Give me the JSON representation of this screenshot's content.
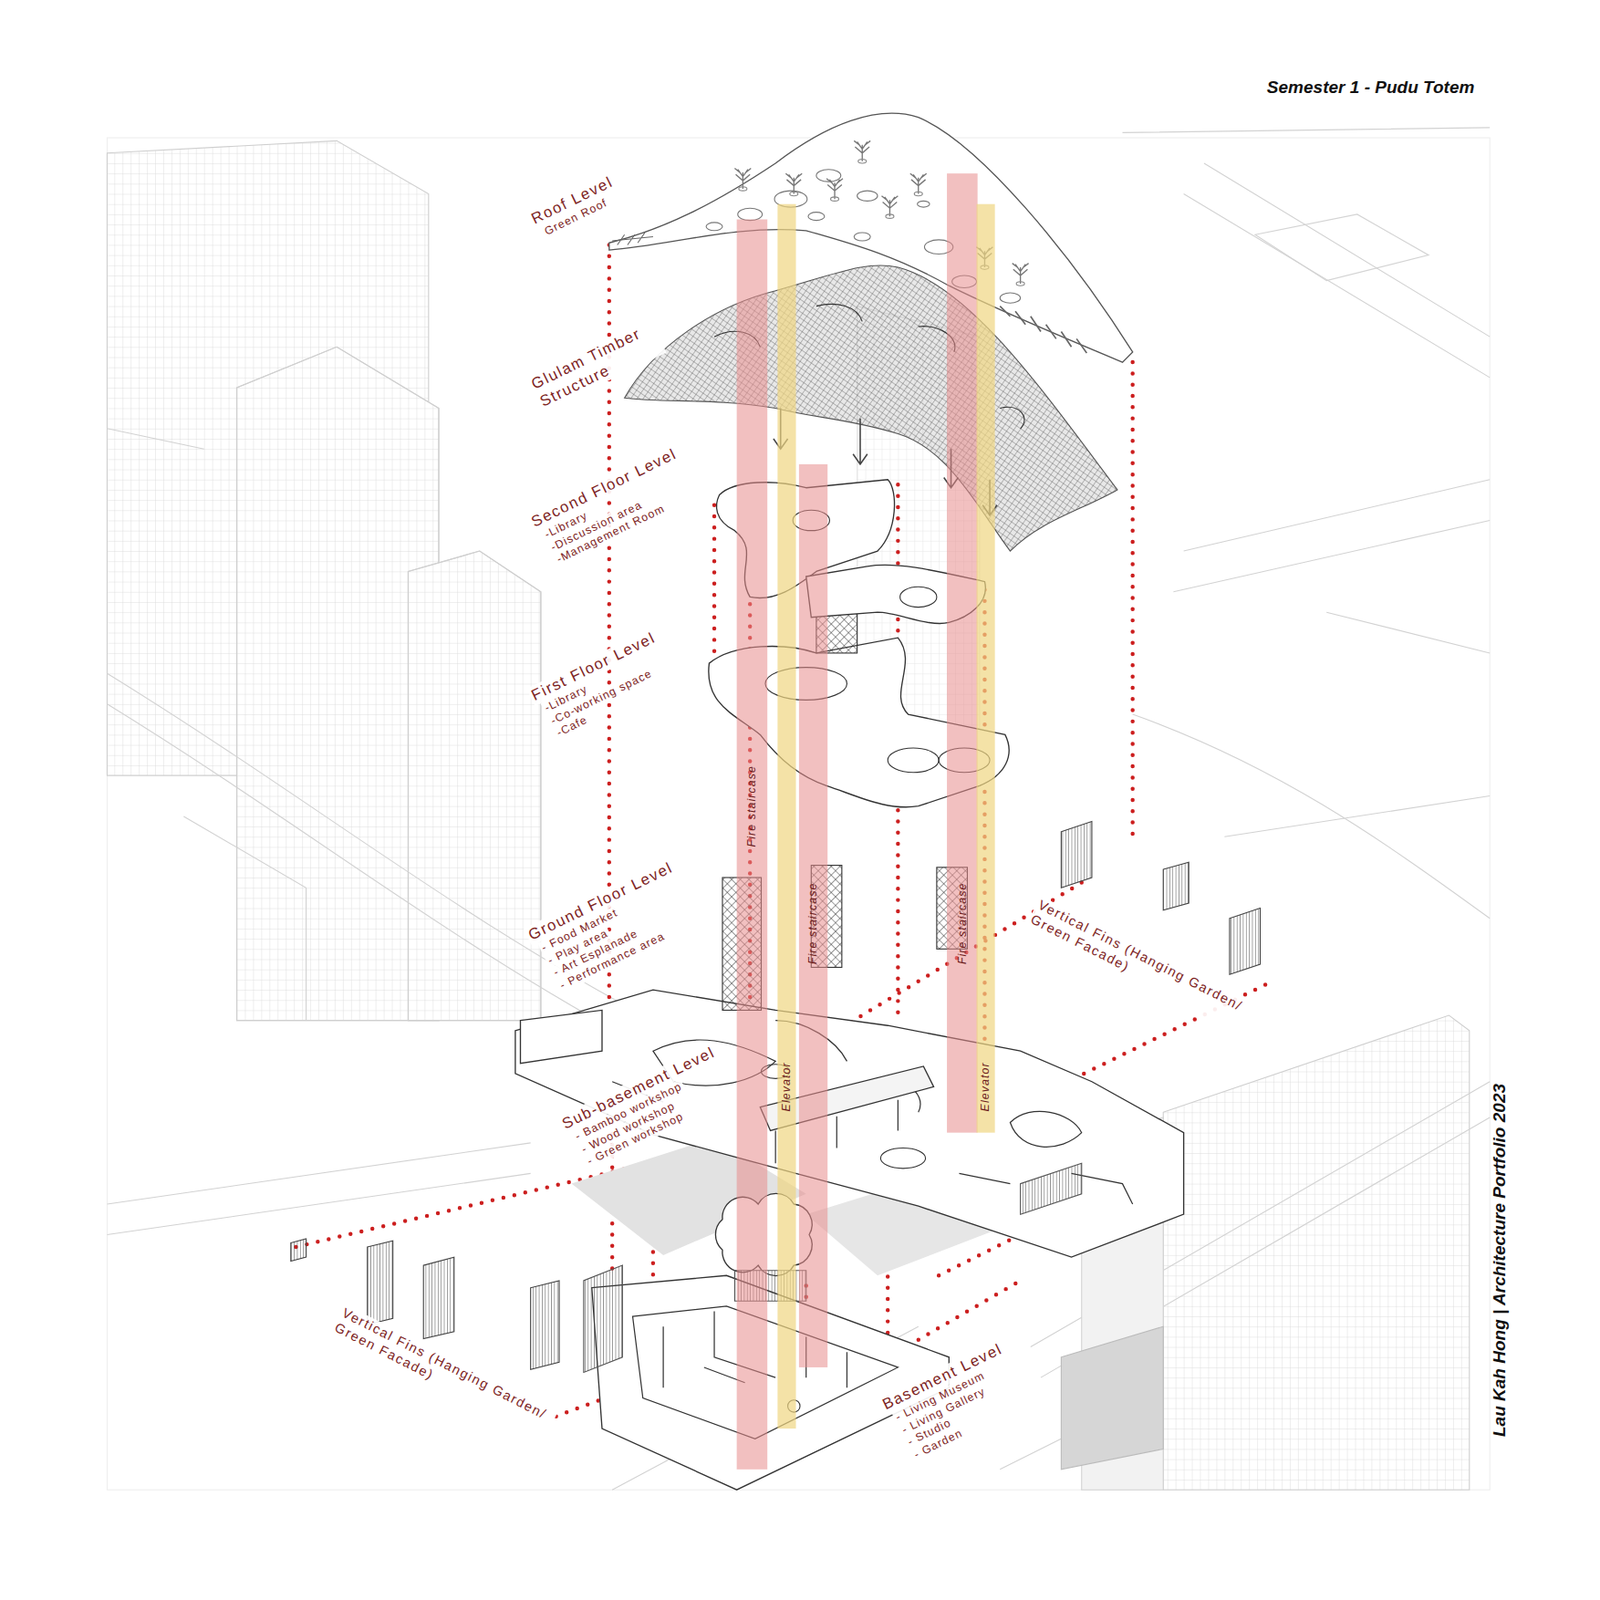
{
  "diagram": {
    "title": "Semester 1 - Pudu Totem",
    "caption": "Lau Kah Hong | Architecture Portfolio 2023",
    "nodes": [
      {
        "text": [
          "Fire staircase"
        ]
      },
      {
        "text": [
          "Elevator"
        ]
      },
      {
        "text": [
          "Fire staircase"
        ]
      },
      {
        "text": [
          "Fire staircase"
        ]
      },
      {
        "text": [
          "Elevator"
        ]
      }
    ],
    "labels": [
      "Roof Level",
      "Green Roof",
      "Glulam Timber Structure",
      "Second Floor Level",
      "-Library",
      "-Discussion area",
      "-Management Room",
      "First Floor Level",
      "-Library",
      "-Co-working space",
      "-Cafe",
      "Ground Floor Level",
      "- Food Market",
      "- Play area",
      "- Art Esplanade",
      "- Performance area",
      "Vertical Fins (Hanging Garden/ Green Facade)",
      "Sub-basement Level",
      "- Bamboo workshop",
      "- Wood workshop",
      "- Green workshop",
      "Vertical Fins (Hanging Garden/ Green Facade)",
      "Basement Level",
      "- Living Museum",
      "- Living Gallery",
      "- Studio",
      "- Garden"
    ]
  }
}
